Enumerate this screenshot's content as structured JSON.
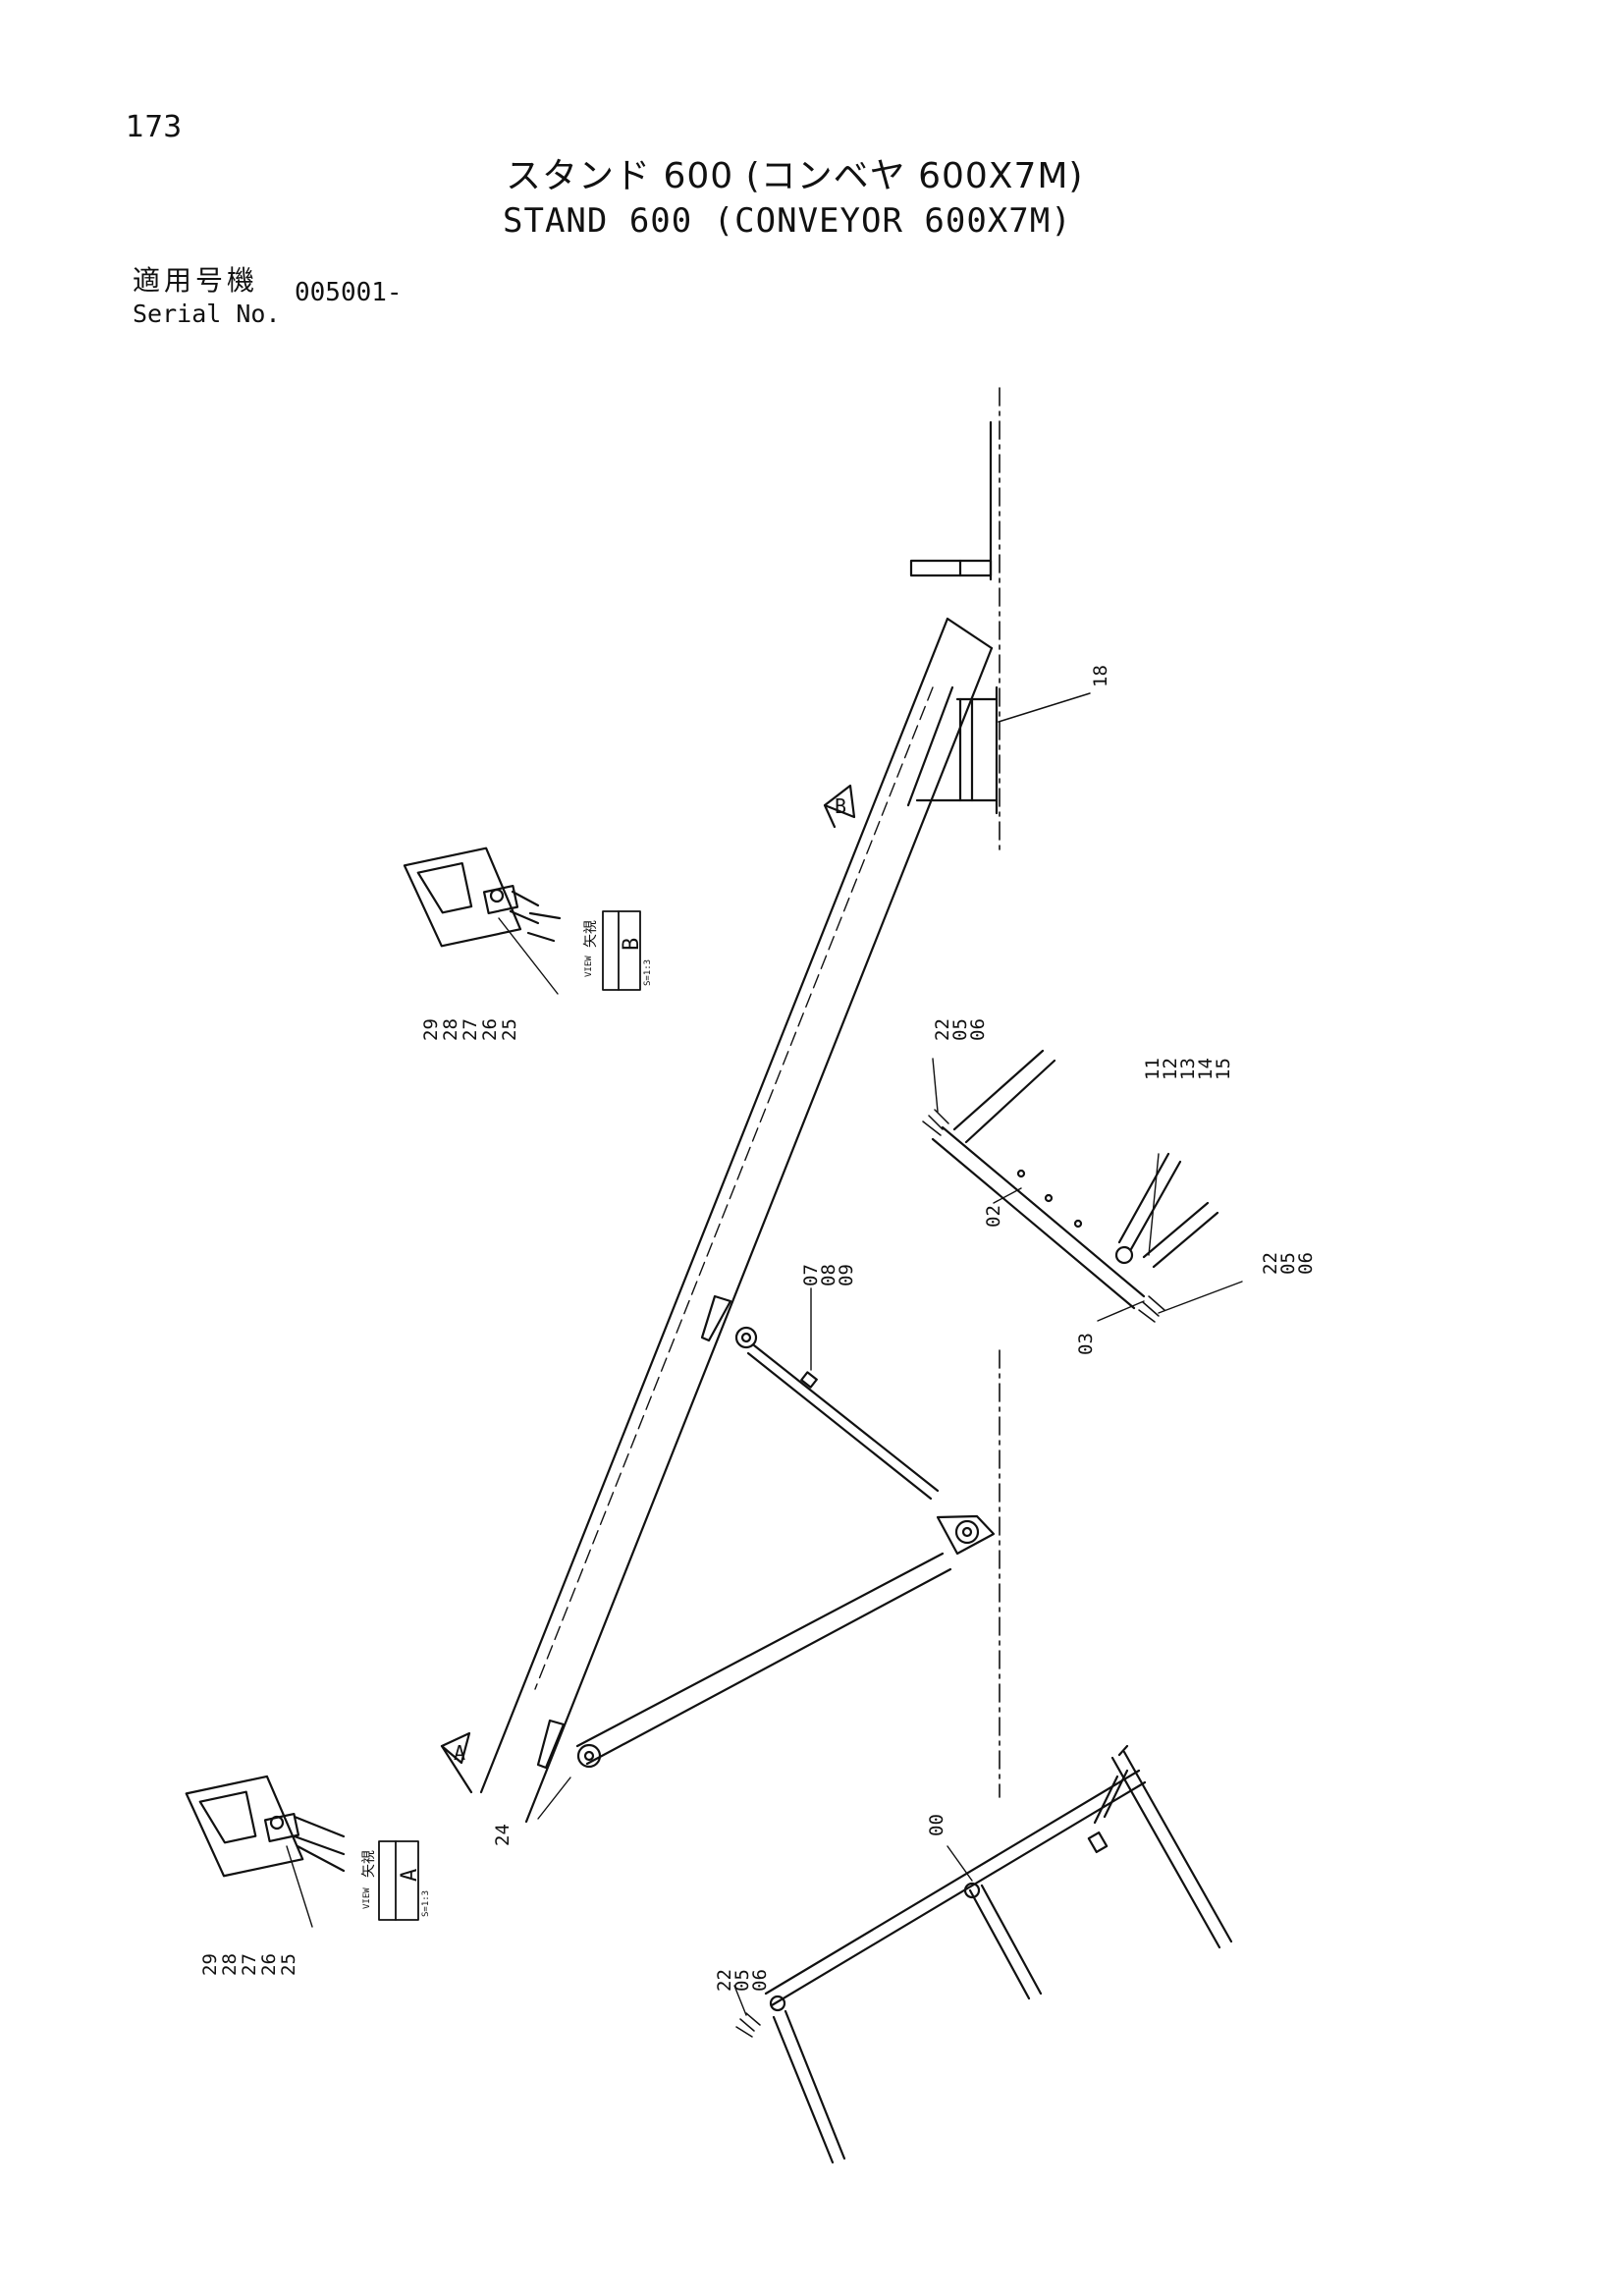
{
  "header": {
    "page_number": "173",
    "title_jp": "スタンド 600 (コンベヤ 600X7M)",
    "title_en": "STAND 600 (CONVEYOR 600X7M)",
    "serial_label_jp": "適用号機",
    "serial_label_en": "Serial No.",
    "serial_value": "005001-"
  },
  "view_b": {
    "marker": "B",
    "label": "B",
    "label_jp": "矢視",
    "label_en": "VIEW",
    "scale": "S=1:3",
    "parts": [
      "29",
      "28",
      "27",
      "26",
      "25"
    ]
  },
  "view_a": {
    "marker": "A",
    "label": "A",
    "label_jp": "矢視",
    "label_en": "VIEW",
    "scale": "S=1:3",
    "parts": [
      "29",
      "28",
      "27",
      "26",
      "25"
    ]
  },
  "callouts": {
    "p18": "18",
    "p24": "24",
    "p02": "02",
    "p03": "03",
    "p00": "00",
    "group_07": [
      "07",
      "08",
      "09"
    ],
    "group_22_top": [
      "22",
      "05",
      "06"
    ],
    "group_11": [
      "11",
      "12",
      "13",
      "14",
      "15"
    ],
    "group_22_right": [
      "22",
      "05",
      "06"
    ],
    "group_22_bottom": [
      "22",
      "05",
      "06"
    ]
  }
}
